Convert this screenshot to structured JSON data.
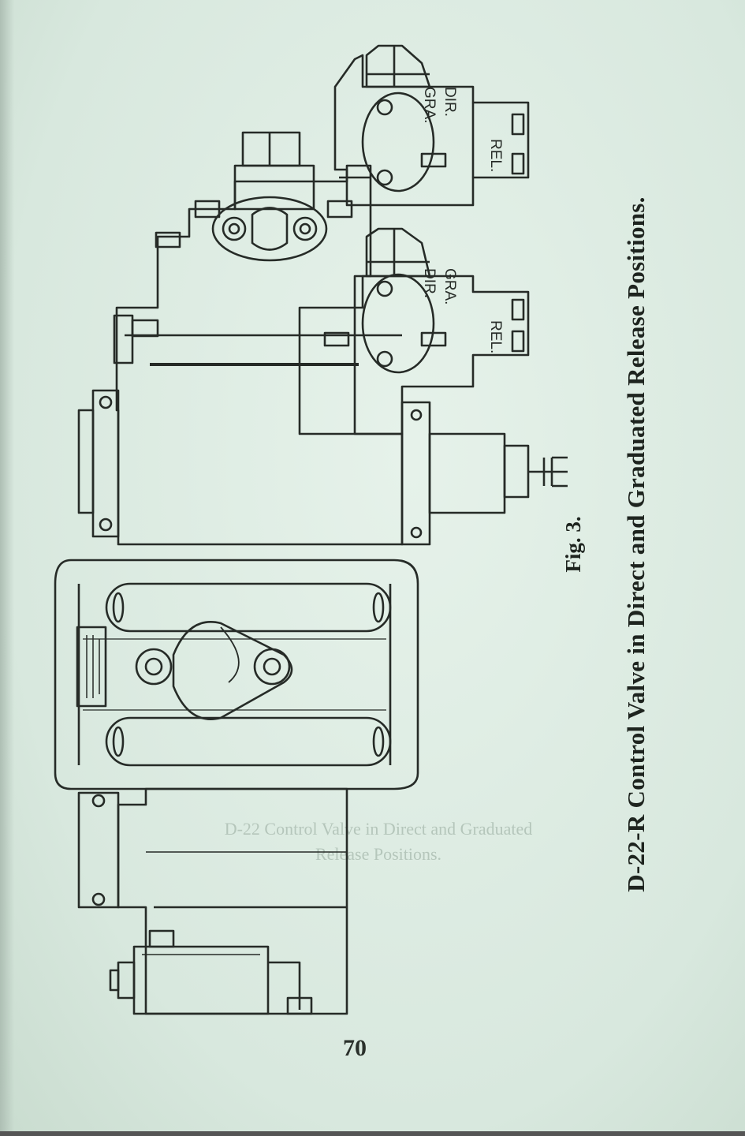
{
  "figure": {
    "label": "Fig. 3.",
    "title": "D-22-R Control Valve in Direct and Graduated Release Positions.",
    "port_labels": {
      "upper": [
        "GRA.",
        "DIR.",
        "REL."
      ],
      "lower": [
        "DIR.",
        "GRA.",
        "REL."
      ]
    }
  },
  "bleed_through": {
    "line1": "D-22 Control Valve in Direct and Graduated",
    "line2": "Release Positions."
  },
  "page_number": "70"
}
